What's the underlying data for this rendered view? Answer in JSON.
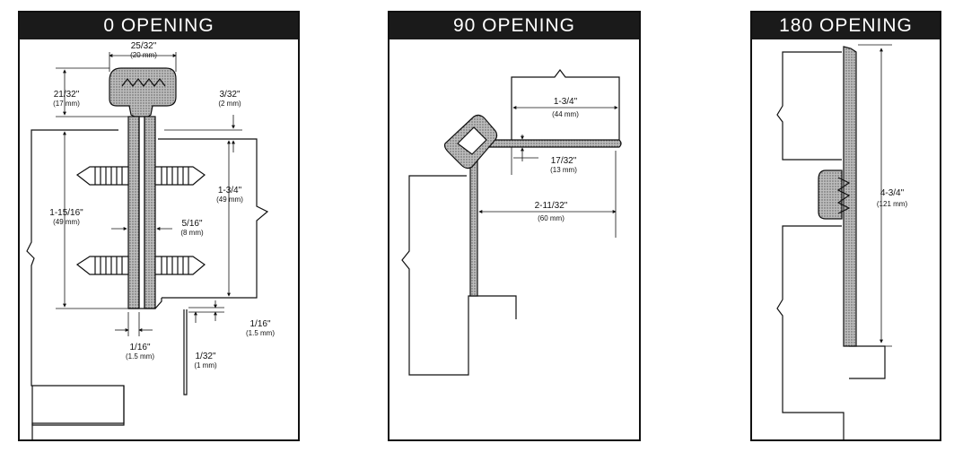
{
  "panels": [
    {
      "title": "0  OPENING",
      "dims": {
        "w2532": {
          "main": "25/32\"",
          "sub": "(20 mm)"
        },
        "h2132": {
          "main": "21/32\"",
          "sub": "(17 mm)"
        },
        "g332": {
          "main": "3/32\"",
          "sub": "(2 mm)"
        },
        "h11516": {
          "main": "1-15/16\"",
          "sub": "(49 mm)"
        },
        "h134": {
          "main": "1-3/4\"",
          "sub": "(49 mm)"
        },
        "w516": {
          "main": "5/16\"",
          "sub": "(8 mm)"
        },
        "g116r": {
          "main": "1/16\"",
          "sub": "(1.5 mm)"
        },
        "g116b": {
          "main": "1/16\"",
          "sub": "(1.5 mm)"
        },
        "g132": {
          "main": "1/32\"",
          "sub": "(1 mm)"
        }
      }
    },
    {
      "title": "90  OPENING",
      "dims": {
        "w134": {
          "main": "1-3/4\"",
          "sub": "(44 mm)"
        },
        "h1732": {
          "main": "17/32\"",
          "sub": "(13 mm)"
        },
        "w21132": {
          "main": "2-11/32\"",
          "sub": "(60 mm)"
        }
      }
    },
    {
      "title": "180  OPENING",
      "dims": {
        "h434": {
          "main": "4-3/4\"",
          "sub": "(121 mm)"
        }
      }
    }
  ],
  "colors": {
    "ink": "#111111",
    "stipple": "#9a9a9a",
    "header": "#1a1a1a"
  }
}
